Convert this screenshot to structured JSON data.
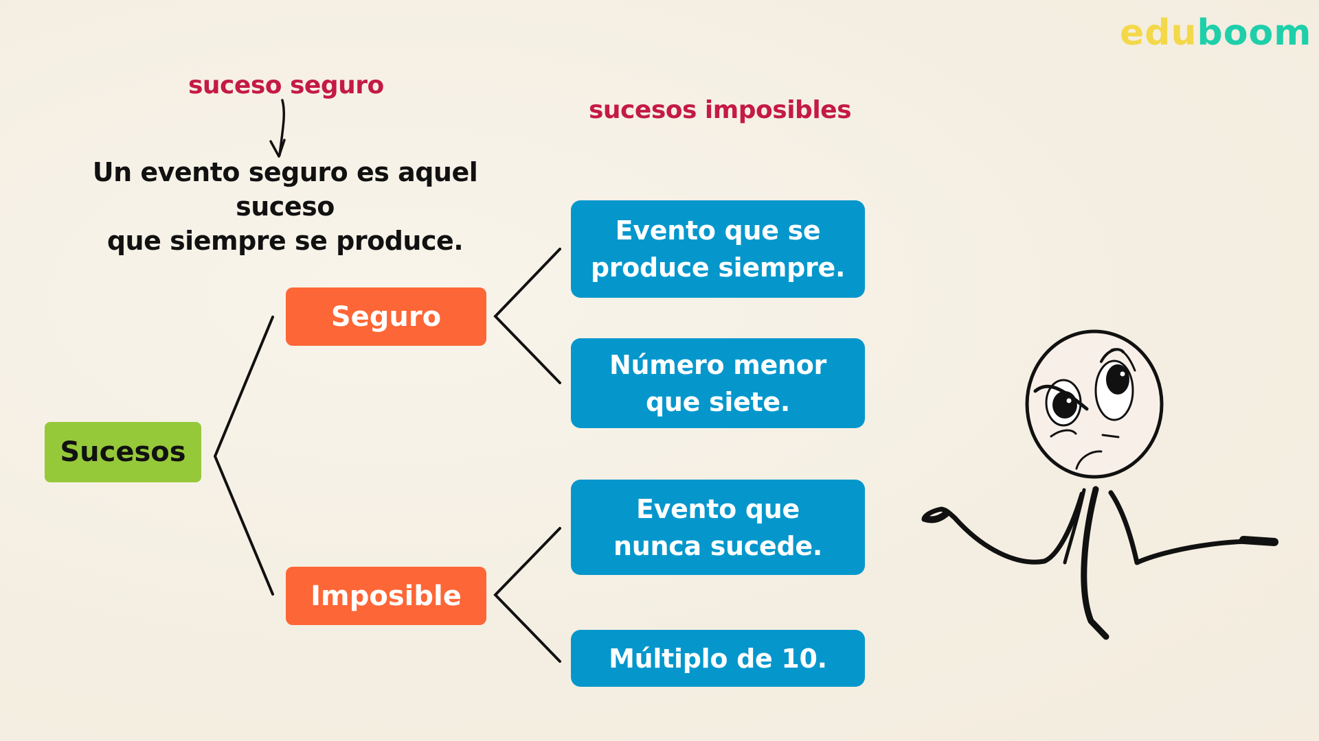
{
  "brand": {
    "logo_part1": "edu",
    "logo_part2": "boom",
    "colors": {
      "edu": "#f3d84a",
      "boom": "#1ecfaa"
    }
  },
  "annotations": {
    "certain_event_label": "suceso seguro",
    "impossible_events_label": "sucesos imposibles",
    "definition_line1": "Un evento seguro es aquel suceso",
    "definition_line2": "que siempre se produce."
  },
  "diagram": {
    "root": {
      "label": "Sucesos",
      "color": "#96c93a"
    },
    "branches": [
      {
        "label": "Seguro",
        "color": "#fd6636",
        "leaves": [
          {
            "line1": "Evento que se",
            "line2": "produce siempre."
          },
          {
            "line1": "Número menor",
            "line2": "que siete."
          }
        ]
      },
      {
        "label": "Imposible",
        "color": "#fd6636",
        "leaves": [
          {
            "line1": "Evento que",
            "line2": "nunca sucede."
          },
          {
            "line1": "Múltiplo de 10.",
            "line2": ""
          }
        ]
      }
    ],
    "leaf_color": "#0597cc",
    "accent_text_color": "#c41a45"
  },
  "illustration": {
    "character": "confused-stick-figure"
  }
}
